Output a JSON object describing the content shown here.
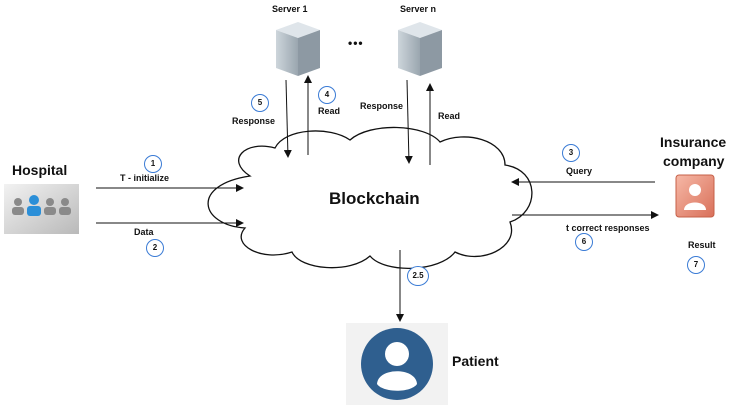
{
  "nodes": {
    "hospital": "Hospital",
    "server1": "Server 1",
    "servern": "Server n",
    "dots": "•••",
    "blockchain": "Blockchain",
    "insurance_line1": "Insurance",
    "insurance_line2": "company",
    "patient": "Patient"
  },
  "edges": {
    "t_initialize": "T - initialize",
    "data": "Data",
    "response1": "Response",
    "read1": "Read",
    "responsen": "Response",
    "readn": "Read",
    "query": "Query",
    "t_correct": "t correct responses",
    "result": "Result"
  },
  "steps": {
    "s1": "1",
    "s2": "2",
    "s25": "2.5",
    "s3": "3",
    "s4": "4",
    "s5": "5",
    "s6": "6",
    "s7": "7"
  },
  "colors": {
    "accent": "#3a7bd5",
    "patient_icon": "#2f5f8f",
    "server": "#a9b4bd",
    "insurance_icon": "#e8907a"
  }
}
